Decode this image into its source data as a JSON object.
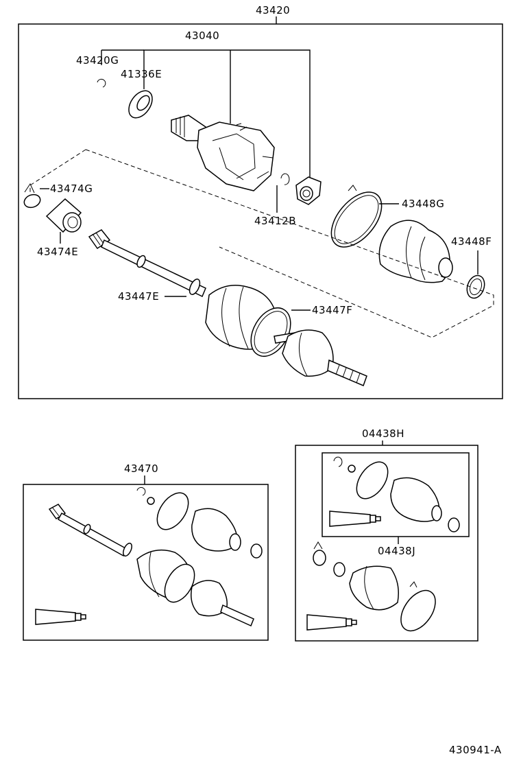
{
  "labels": {
    "assembly": "43420",
    "inboard_joint": "43040",
    "snap_ring_g": "43420G",
    "dust_seal_e": "41336E",
    "clamp_g": "43474G",
    "damper_e": "43474E",
    "snap_ring_b": "43412B",
    "boot_clamp_g": "43448G",
    "boot_clamp_f": "43448F",
    "boot_clamp_e": "43447E",
    "outboard_clamp_f": "43447F",
    "shaft_assy": "43470",
    "boot_kit_h": "04438H",
    "boot_kit_j": "04438J",
    "diagram_code": "430941-A"
  }
}
